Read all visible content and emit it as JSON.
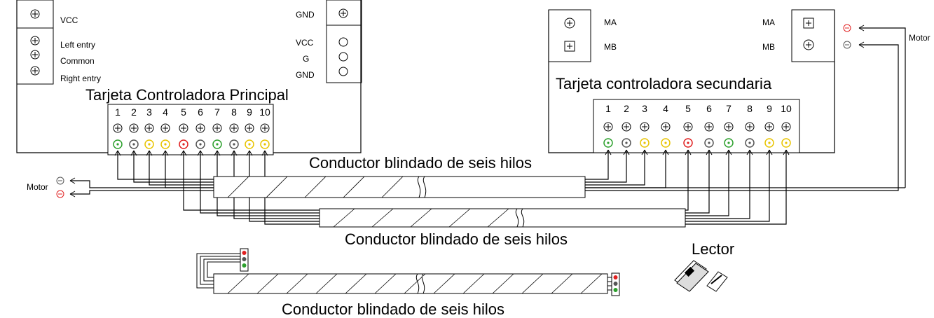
{
  "main_board": {
    "title": "Tarjeta Controladora Principal",
    "left_labels": [
      "VCC",
      "Left entry",
      "Common",
      "Right entry"
    ],
    "right_labels": [
      "GND",
      "VCC",
      "G",
      "GND"
    ],
    "terminal_numbers": [
      "1",
      "2",
      "3",
      "4",
      "5",
      "6",
      "7",
      "8",
      "9",
      "10"
    ],
    "indicator_colors": [
      "#2ca02c",
      "#555555",
      "#e8c400",
      "#e8c400",
      "#e02020",
      "#555555",
      "#2ca02c",
      "#555555",
      "#e8c400",
      "#e8c400"
    ]
  },
  "secondary_board": {
    "title": "Tarjeta controladora secundaria",
    "left_labels": [
      "MA",
      "MB"
    ],
    "right_labels": [
      "MA",
      "MB"
    ],
    "terminal_numbers": [
      "1",
      "2",
      "3",
      "4",
      "5",
      "6",
      "7",
      "8",
      "9",
      "10"
    ],
    "indicator_colors": [
      "#2ca02c",
      "#555555",
      "#e8c400",
      "#e8c400",
      "#e02020",
      "#555555",
      "#2ca02c",
      "#555555",
      "#e8c400",
      "#e8c400"
    ]
  },
  "motor_left": {
    "label": "Motor",
    "terminal_colors": [
      "#555555",
      "#e02020"
    ]
  },
  "motor_right": {
    "label": "Motor",
    "terminal_colors": [
      "#e02020",
      "#555555"
    ]
  },
  "cables": {
    "cable_1_label": "Conductor blindado de seis hilos",
    "cable_2_label": "Conductor blindado de seis hilos",
    "cable_3_label": "Conductor blindado de seis hilos"
  },
  "reader": {
    "label": "Lector"
  },
  "traffic_light_icon": "traffic-light-icon",
  "card_reader_icon": "card-reader-icon"
}
